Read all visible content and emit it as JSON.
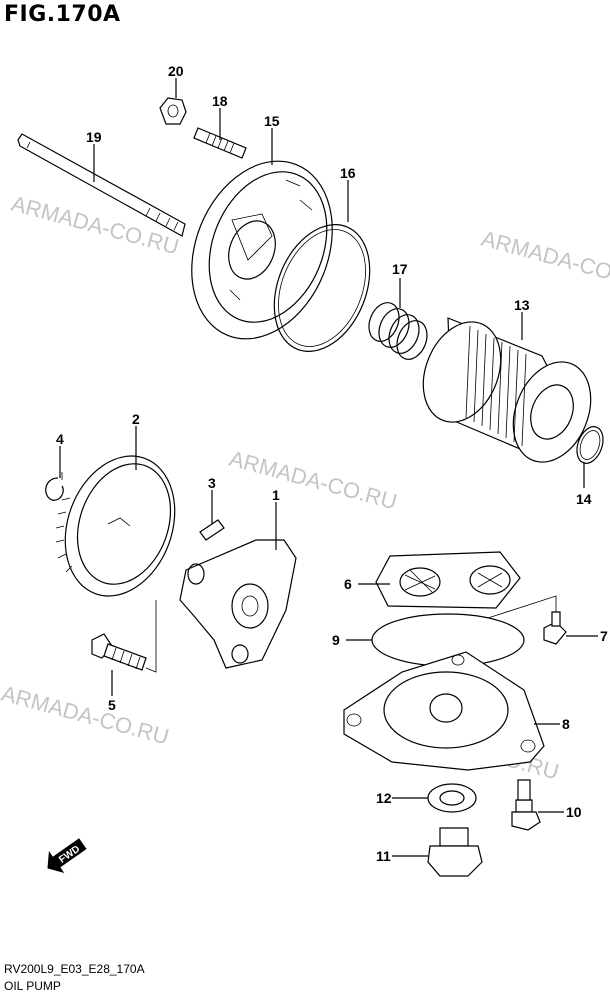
{
  "figure": {
    "title": "FIG.170A",
    "code": "RV200L9_E03_E28_170A",
    "name": "OIL PUMP"
  },
  "watermarks": [
    "ARMADA-CO.RU",
    "ARMADA-CO.RU",
    "ARMADA-CO.RU",
    "ARMADA-CO.RU"
  ],
  "fwd_label": "FWD",
  "callouts": [
    "1",
    "2",
    "3",
    "4",
    "5",
    "6",
    "7",
    "8",
    "9",
    "10",
    "11",
    "12",
    "13",
    "14",
    "15",
    "16",
    "17",
    "18",
    "19",
    "20"
  ]
}
